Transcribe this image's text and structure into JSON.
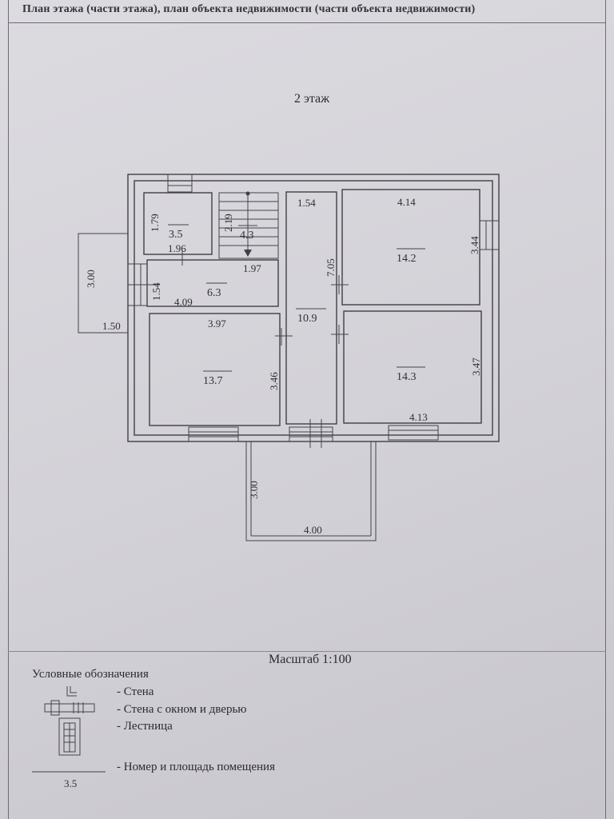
{
  "header": {
    "title": "План этажа (части этажа), план объекта недвижимости (части объекта недвижимости)"
  },
  "floor_label": "2 этаж",
  "rooms": [
    {
      "id": "r1",
      "area": "3.5",
      "dims": [
        "1.79",
        "1.96"
      ]
    },
    {
      "id": "r2",
      "area": "4.3",
      "dims": [
        "2.19",
        "1.97"
      ]
    },
    {
      "id": "r3",
      "area": "6.3",
      "dims": [
        "1.54",
        "4.09"
      ]
    },
    {
      "id": "r4",
      "area": "10.9",
      "dims": [
        "1.54",
        "7.05"
      ]
    },
    {
      "id": "r5",
      "area": "14.2",
      "dims": [
        "4.14",
        "3.44"
      ]
    },
    {
      "id": "r6",
      "area": "13.7",
      "dims": [
        "3.97",
        "3.46"
      ]
    },
    {
      "id": "r7",
      "area": "14.3",
      "dims": [
        "3.47",
        "4.13"
      ]
    }
  ],
  "balcony_left": {
    "dims": [
      "3.00",
      "1.50"
    ]
  },
  "balcony_bottom": {
    "dims": [
      "3.00",
      "4.00"
    ]
  },
  "scale": "Масштаб 1:100",
  "legend": {
    "title": "Условные обозначения",
    "items": [
      {
        "label": "- Стена",
        "icon": "wall-icon"
      },
      {
        "label": "- Стена с окном и дверью",
        "icon": "wall-window-door-icon"
      },
      {
        "label": "- Лестница",
        "icon": "stairs-icon"
      },
      {
        "label": "- Номер и площадь помещения",
        "icon": "room-number-icon"
      }
    ],
    "sample_number": "3.5"
  }
}
